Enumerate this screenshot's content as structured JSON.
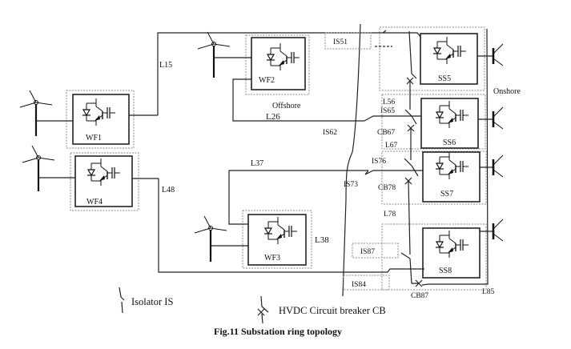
{
  "figure": {
    "caption": "Fig.11 Substation ring topology",
    "region_labels": {
      "offshore": "Offshore",
      "onshore": "Onshore"
    },
    "legend": {
      "isolator": "Isolator IS",
      "circuit_breaker": "HVDC Circuit breaker CB"
    }
  },
  "wind_farms": [
    {
      "id": "WF1",
      "label": "WF1"
    },
    {
      "id": "WF2",
      "label": "WF2"
    },
    {
      "id": "WF3",
      "label": "WF3"
    },
    {
      "id": "WF4",
      "label": "WF4"
    }
  ],
  "substations": [
    {
      "id": "SS5",
      "label": "SS5"
    },
    {
      "id": "SS6",
      "label": "SS6"
    },
    {
      "id": "SS7",
      "label": "SS7"
    },
    {
      "id": "SS8",
      "label": "SS8"
    }
  ],
  "lines": {
    "L15": "L15",
    "L26": "L26",
    "L37": "L37",
    "L38": "L38",
    "L48": "L48",
    "L56": "L56",
    "L67": "L67",
    "L78": "L78",
    "L85": "L85"
  },
  "isolators": {
    "IS51": "IS51",
    "IS62": "IS62",
    "IS65": "IS65",
    "IS73": "IS73",
    "IS76": "IS76",
    "IS84": "IS84",
    "IS87": "IS87"
  },
  "breakers": {
    "CB67": "CB67",
    "CB78": "CB78",
    "CB87": "CB87"
  }
}
